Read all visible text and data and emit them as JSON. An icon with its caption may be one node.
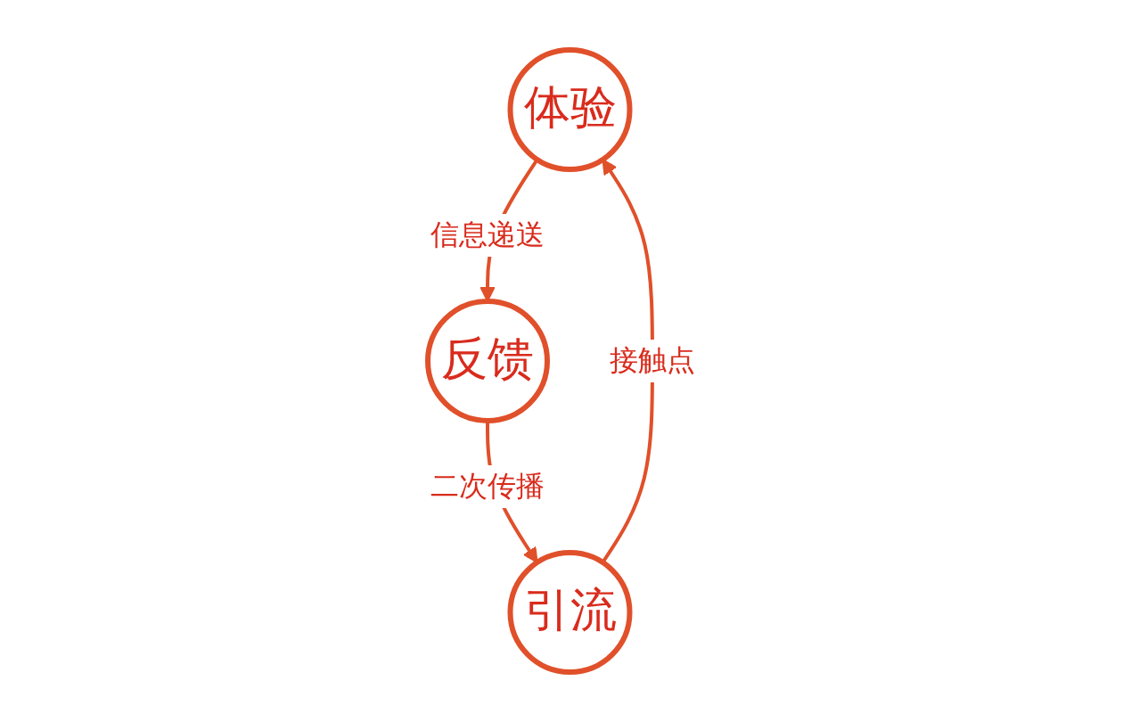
{
  "diagram": {
    "nodes": [
      {
        "text": [
          "体验"
        ]
      },
      {
        "text": [
          "反馈"
        ]
      },
      {
        "text": [
          "引流"
        ]
      }
    ],
    "edges": [
      {
        "from": 0,
        "to": 1,
        "arrow": "to",
        "label": "信息递送"
      },
      {
        "from": 1,
        "to": 2,
        "arrow": "to",
        "label": "二次传播"
      },
      {
        "from": 2,
        "to": 0,
        "arrow": "to",
        "label": "接触点"
      }
    ]
  }
}
